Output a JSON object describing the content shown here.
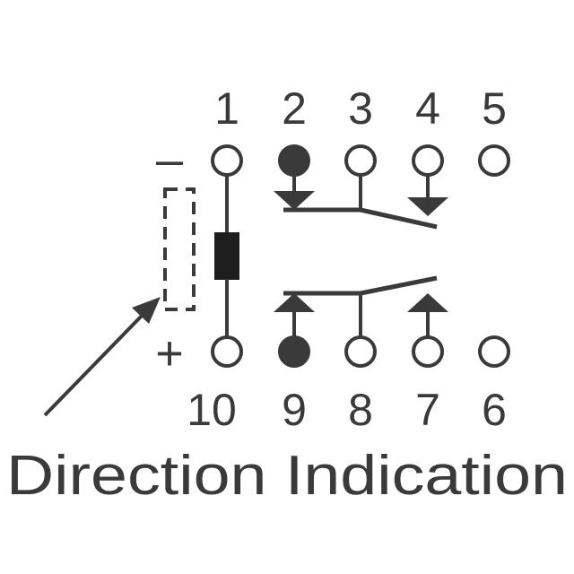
{
  "diagram": {
    "top_pins": [
      "1",
      "2",
      "3",
      "4",
      "5"
    ],
    "bottom_pins": [
      "10",
      "9",
      "8",
      "7",
      "6"
    ],
    "minus_label": "–",
    "plus_label": "+",
    "caption": "Direction Indication",
    "colors": {
      "ink": "#3a3a3a",
      "coil": "#1e1e1e",
      "background": "#ffffff"
    }
  }
}
